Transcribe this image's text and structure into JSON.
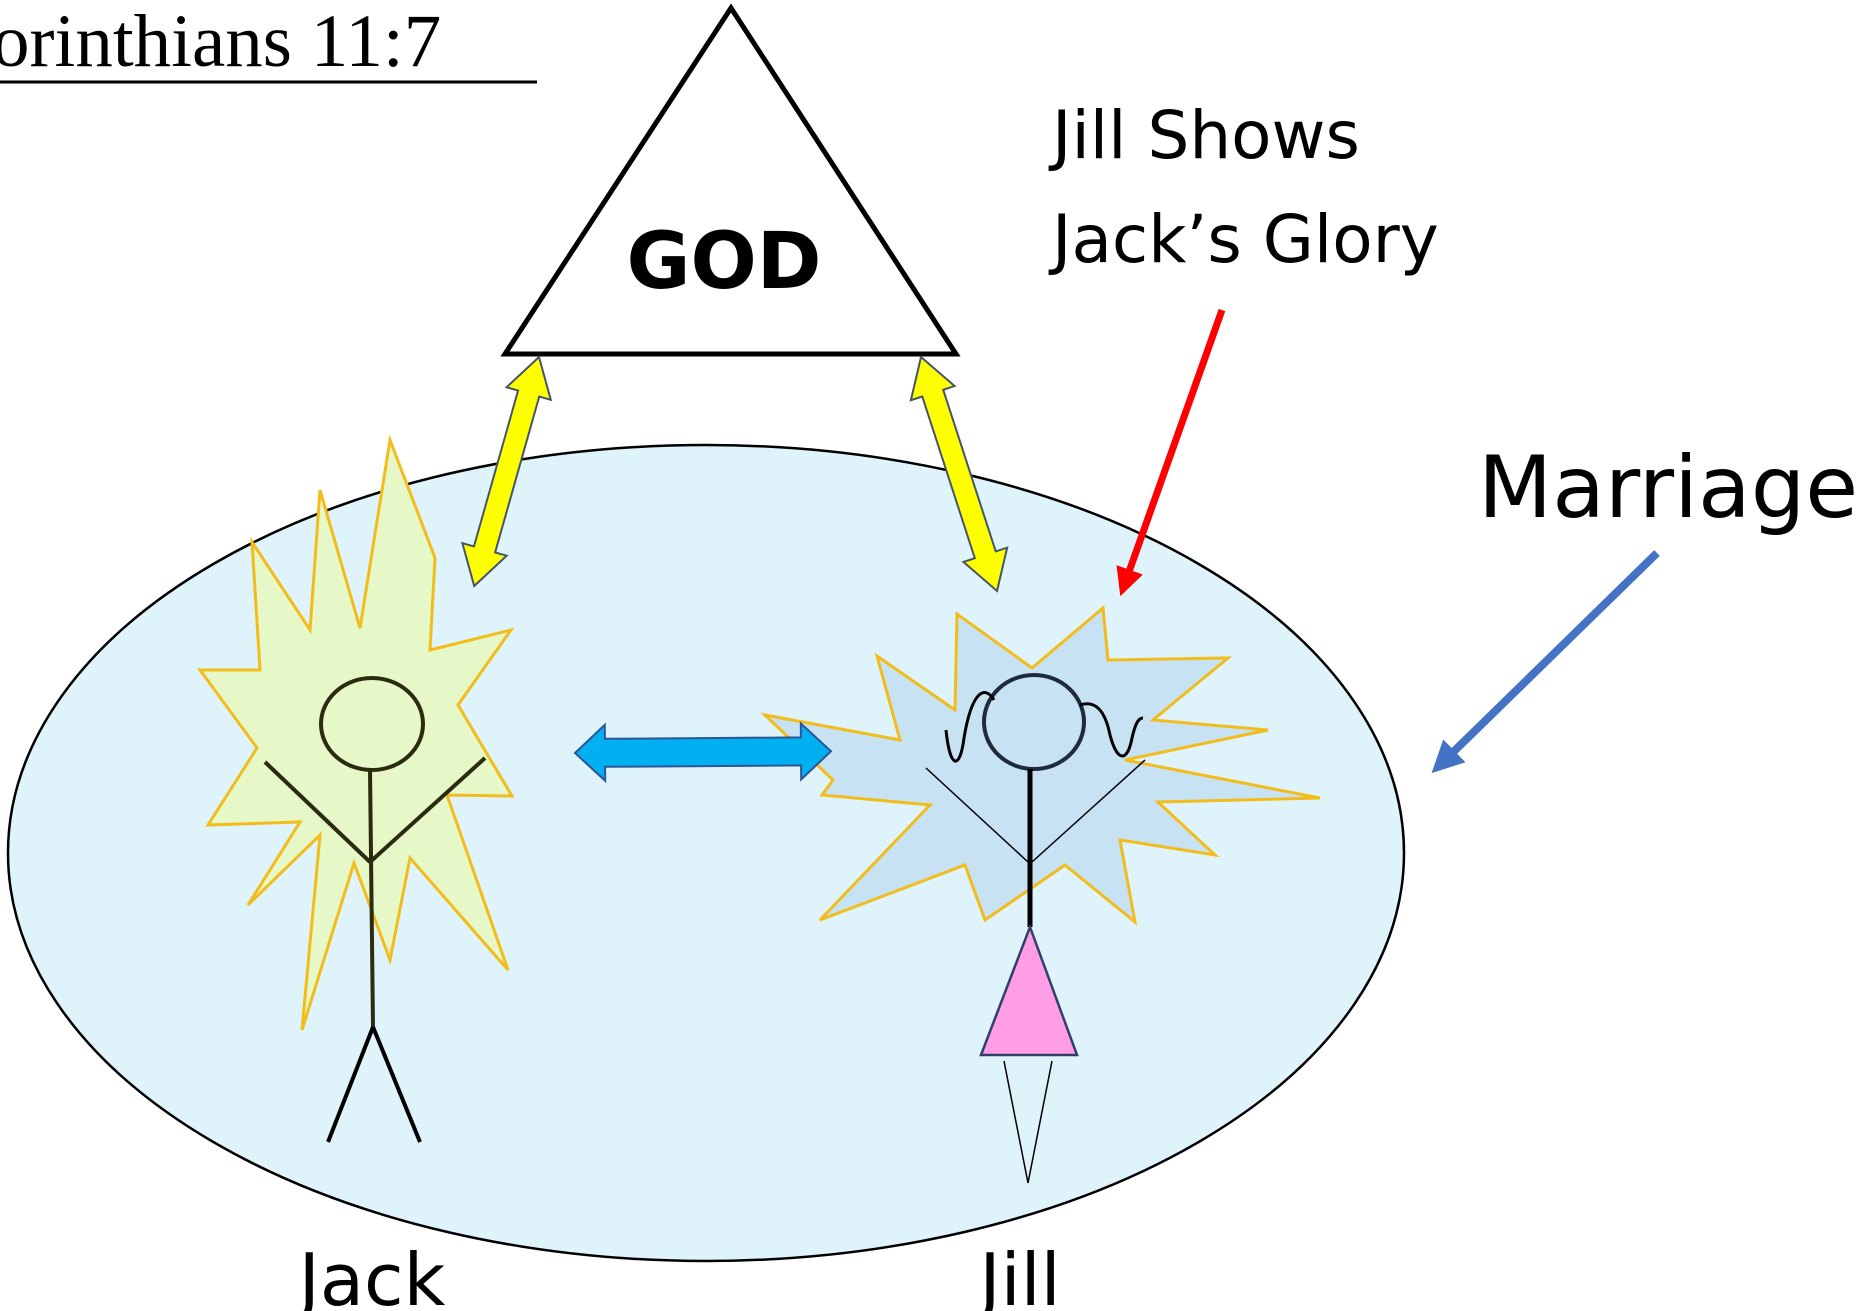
{
  "heading": "orinthians 11:7",
  "apex_label": "GOD",
  "annotation": {
    "line1": "Jill Shows",
    "line2": "Jack’s Glory"
  },
  "group_label": "Marriage",
  "figures": {
    "left_name": "Jack",
    "right_name": "Jill"
  },
  "colors": {
    "ellipse_fill": "#dff3fb",
    "jack_glow": "#e6f7c8",
    "jill_glow": "#c6e2f3",
    "glow_stroke": "#f2bd1b",
    "god_arrow_fill": "#ffff00",
    "mutual_arrow_fill": "#00b0f0",
    "red_pointer": "#ff0000",
    "blue_pointer": "#4472c4",
    "dress": "#ff9ee6"
  }
}
